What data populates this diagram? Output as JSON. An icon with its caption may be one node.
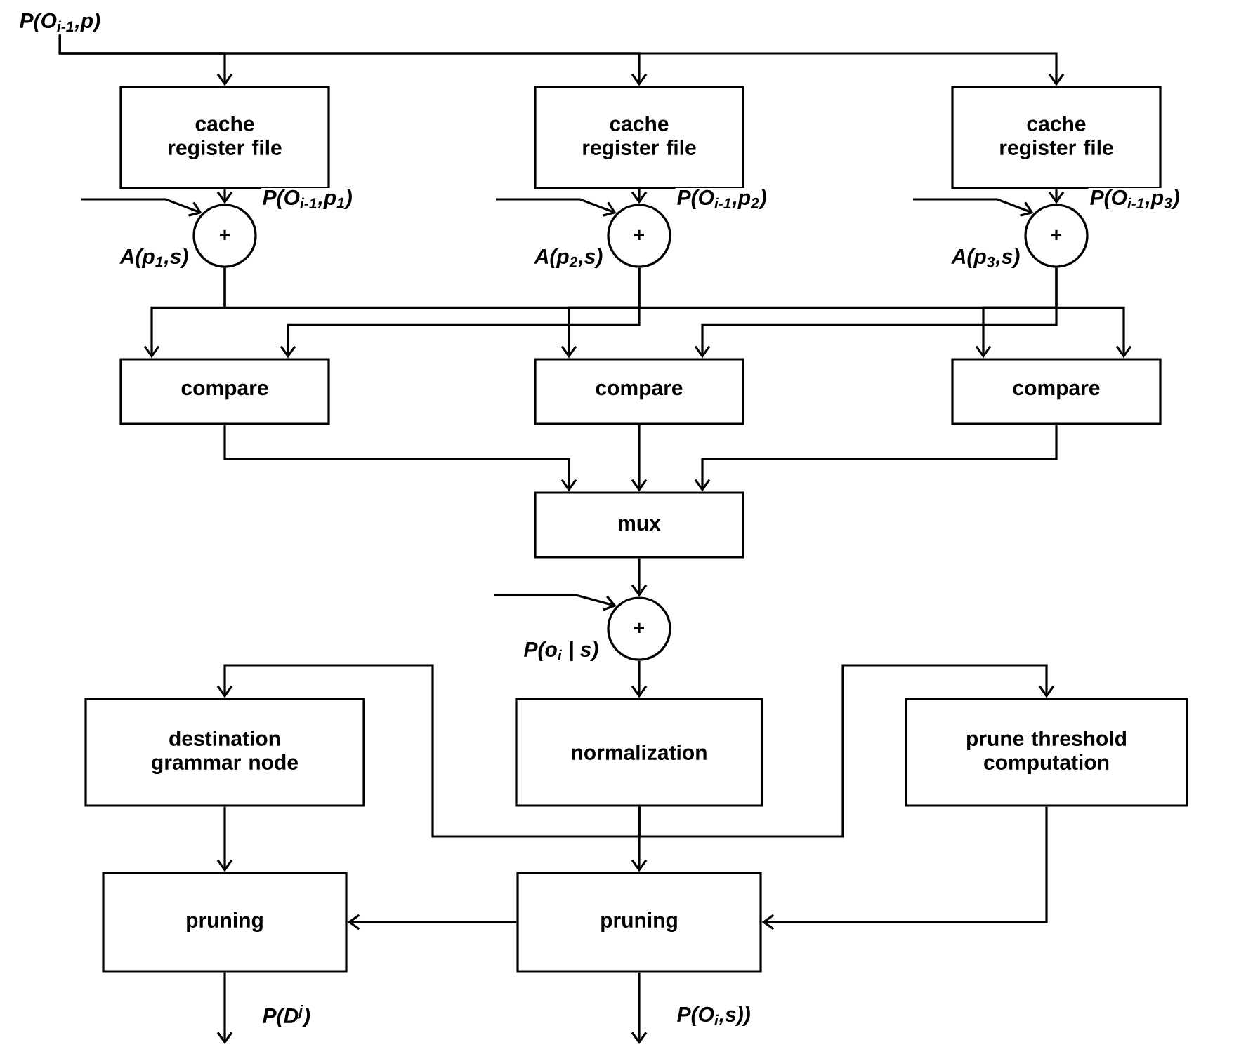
{
  "diagram": {
    "nodes": [
      {
        "text": [
          "P(O$_{i-1}$,p)"
        ]
      },
      {
        "text": [
          "cache register file"
        ]
      },
      {
        "text": [
          "cache register file"
        ]
      },
      {
        "text": [
          "cache register file"
        ]
      },
      {
        "text": [
          "+"
        ]
      },
      {
        "text": [
          "+"
        ]
      },
      {
        "text": [
          "+"
        ]
      },
      {
        "text": [
          "compare"
        ]
      },
      {
        "text": [
          "compare"
        ]
      },
      {
        "text": [
          "compare"
        ]
      },
      {
        "text": [
          "mux"
        ]
      },
      {
        "text": [
          "+"
        ]
      },
      {
        "text": [
          "destination grammar node"
        ]
      },
      {
        "text": [
          "normalization"
        ]
      },
      {
        "text": [
          "prune threshold computation"
        ]
      },
      {
        "text": [
          "pruning"
        ]
      },
      {
        "text": [
          "pruning"
        ]
      }
    ],
    "edges": [
      {
        "from": 0,
        "to": 1,
        "arrow": "to"
      },
      {
        "from": 0,
        "to": 2,
        "arrow": "to"
      },
      {
        "from": 0,
        "to": 3,
        "arrow": "to"
      },
      {
        "from": 1,
        "to": 4,
        "arrow": "to",
        "label": "P(O$_{i-1}$,p$_{1}$)"
      },
      {
        "from": 2,
        "to": 5,
        "arrow": "to",
        "label": "P(O$_{i-1}$,p$_{2}$)"
      },
      {
        "from": 3,
        "to": 6,
        "arrow": "to",
        "label": "P(O$_{i-1}$,p$_{3}$)"
      },
      {
        "from": null,
        "to": 4,
        "arrow": "to",
        "label": "A(p$_{1}$,s)"
      },
      {
        "from": null,
        "to": 5,
        "arrow": "to",
        "label": "A(p$_{2}$,s)"
      },
      {
        "from": null,
        "to": 6,
        "arrow": "to",
        "label": "A(p$_{3}$,s)"
      },
      {
        "from": 4,
        "to": 7,
        "arrow": "to"
      },
      {
        "from": 5,
        "to": 7,
        "arrow": "to"
      },
      {
        "from": 5,
        "to": 8,
        "arrow": "to"
      },
      {
        "from": 6,
        "to": 8,
        "arrow": "to"
      },
      {
        "from": 6,
        "to": 9,
        "arrow": "to"
      },
      {
        "from": 4,
        "to": 9,
        "arrow": "to"
      },
      {
        "from": 7,
        "to": 10,
        "arrow": "to"
      },
      {
        "from": 8,
        "to": 10,
        "arrow": "to"
      },
      {
        "from": 9,
        "to": 10,
        "arrow": "to"
      },
      {
        "from": 10,
        "to": 11,
        "arrow": "to"
      },
      {
        "from": null,
        "to": 11,
        "arrow": "to",
        "label": "P(o$_{i}$ | s)"
      },
      {
        "from": 11,
        "to": 13,
        "arrow": "to"
      },
      {
        "from": 13,
        "to": 12,
        "arrow": "to"
      },
      {
        "from": 13,
        "to": 14,
        "arrow": "to"
      },
      {
        "from": 13,
        "to": 16,
        "arrow": "to"
      },
      {
        "from": 12,
        "to": 15,
        "arrow": "to"
      },
      {
        "from": 14,
        "to": 16,
        "arrow": "to"
      },
      {
        "from": 16,
        "to": 15,
        "arrow": "to"
      },
      {
        "from": 15,
        "to": null,
        "arrow": "to",
        "label": "P(D$^{j}$)"
      },
      {
        "from": 16,
        "to": null,
        "arrow": "to",
        "label": "P(O$_{i}$,s))"
      }
    ]
  }
}
